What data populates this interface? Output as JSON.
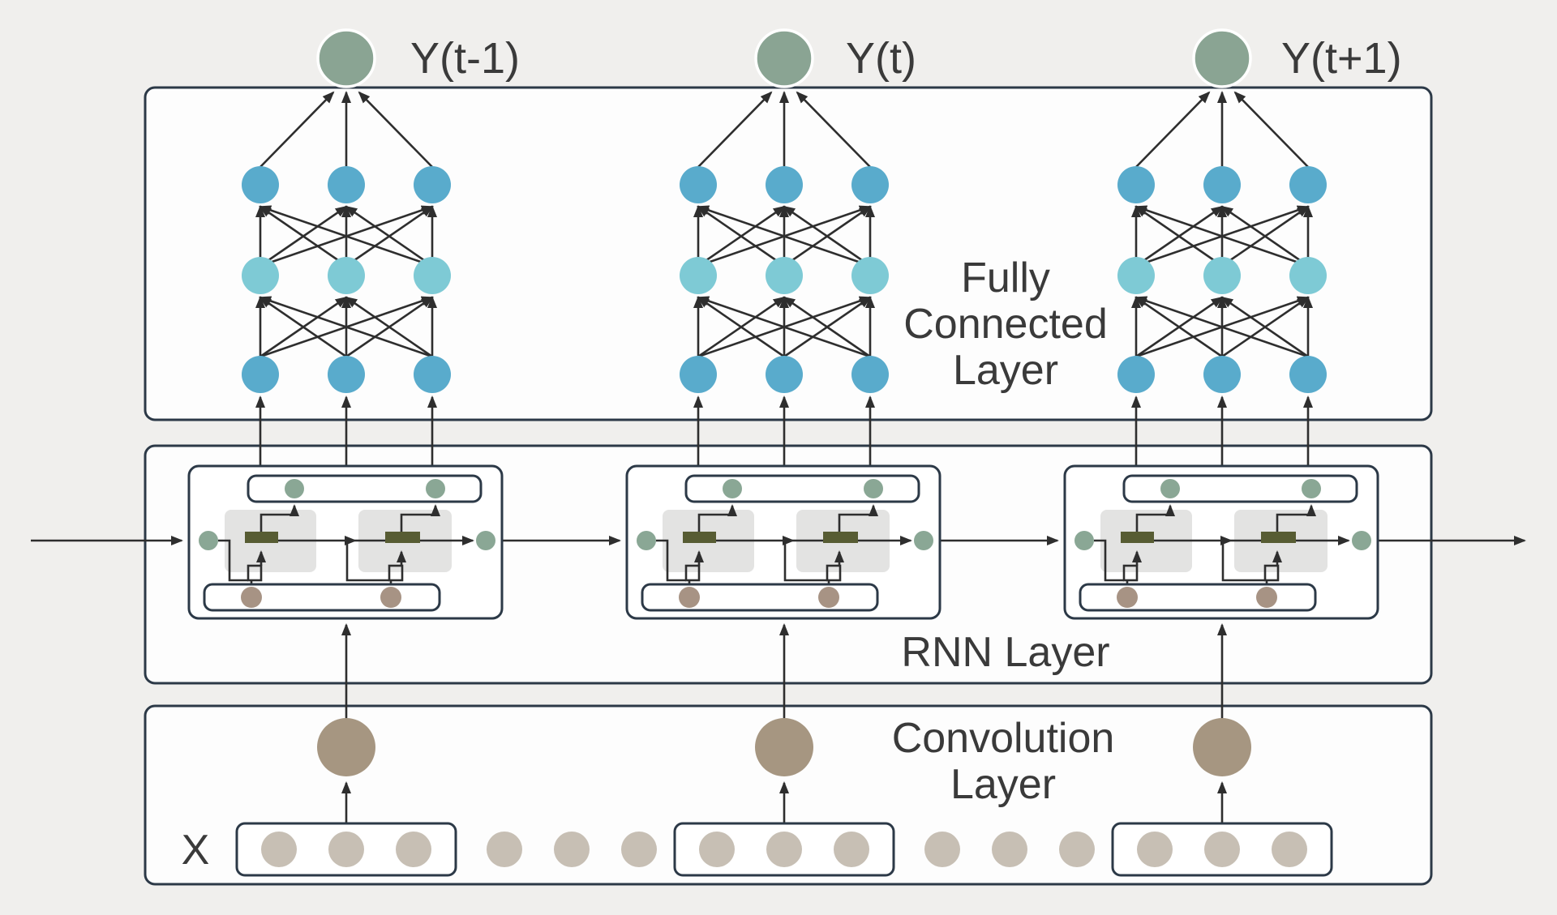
{
  "diagram": {
    "outputs": [
      "Y(t-1)",
      "Y(t)",
      "Y(t+1)"
    ],
    "fc_label_lines": [
      "Fully",
      "Connected",
      "Layer"
    ],
    "rnn_label": "RNN Layer",
    "conv_label_lines": [
      "Convolution",
      "Layer"
    ],
    "input_label": "X"
  },
  "colors": {
    "background": "#f0efed",
    "panel": "#fdfdfd",
    "border": "#2c3947",
    "line": "#2e2e2e",
    "text": "#3a3a3a",
    "output-node": "#8aa493",
    "state-node": "#8aa795",
    "fc-node": "#59abcc",
    "fc-node-light": "#7ecad5",
    "gate": "#575c33",
    "gate-panel": "#e3e3e2",
    "conv-node": "#a69681",
    "input-node": "#a79384",
    "input-dot": "#c7bfb4"
  }
}
